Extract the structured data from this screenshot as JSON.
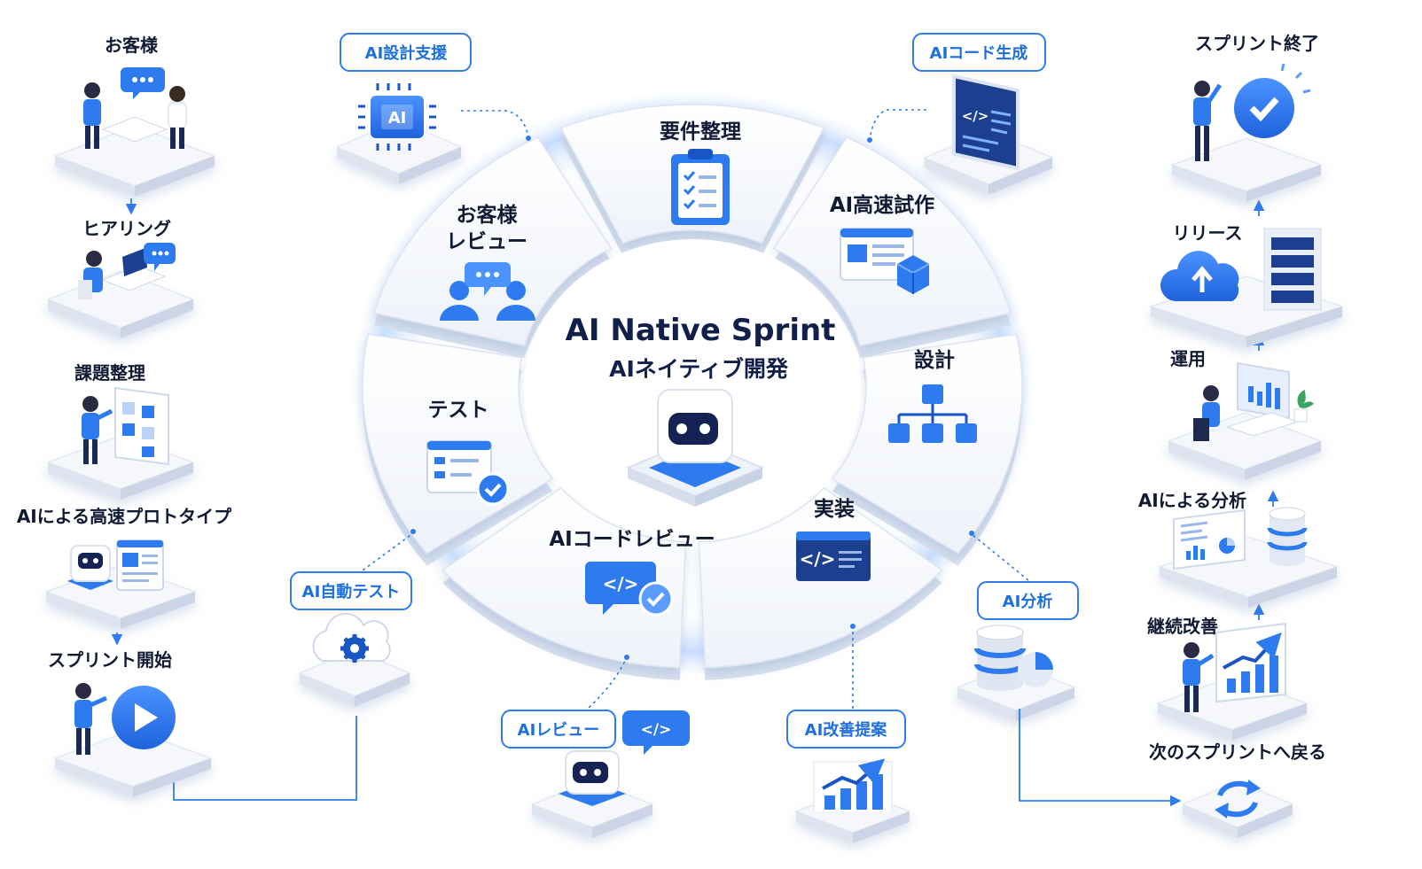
{
  "center": {
    "title": "AI Native Sprint",
    "subtitle": "AIネイティブ開発"
  },
  "segments": [
    {
      "label": "要件整理",
      "icon": "clipboard-checklist-icon"
    },
    {
      "label": "AI高速試作",
      "icon": "prototype-window-cube-icon"
    },
    {
      "label": "設計",
      "icon": "hierarchy-diagram-icon"
    },
    {
      "label": "実装",
      "icon": "code-window-icon"
    },
    {
      "label": "AIコードレビュー",
      "icon": "code-review-bubble-icon"
    },
    {
      "label": "テスト",
      "icon": "test-window-check-icon"
    },
    {
      "label": "お客様",
      "label2": "レビュー",
      "icon": "customer-chat-icon"
    }
  ],
  "tags": {
    "design_support": "AI設計支援",
    "code_gen": "AIコード生成",
    "auto_test": "AI自動テスト",
    "review": "AIレビュー",
    "improve": "AI改善提案",
    "analysis": "AI分析"
  },
  "left_flow": [
    {
      "label": "お客様",
      "icon": "customer-meeting-icon"
    },
    {
      "label": "ヒアリング",
      "icon": "hearing-laptop-icon"
    },
    {
      "label": "課題整理",
      "icon": "issue-board-icon"
    },
    {
      "label": "AIによる高速プロトタイプ",
      "icon": "ai-prototype-icon"
    },
    {
      "label": "スプリント開始",
      "icon": "play-button-icon"
    }
  ],
  "right_flow": [
    {
      "label": "スプリント終了",
      "icon": "completion-check-icon"
    },
    {
      "label": "リリース",
      "icon": "cloud-upload-server-icon"
    },
    {
      "label": "運用",
      "icon": "operations-monitor-icon"
    },
    {
      "label": "AIによる分析",
      "icon": "dashboard-database-icon"
    },
    {
      "label": "継続改善",
      "icon": "growth-chart-icon"
    },
    {
      "label": "次のスプリントへ戻る",
      "icon": "refresh-cycle-icon"
    }
  ],
  "colors": {
    "accent": "#2e7bf0",
    "dark": "#1a55c4",
    "text": "#111a33",
    "tile": "#f3f6fb"
  }
}
